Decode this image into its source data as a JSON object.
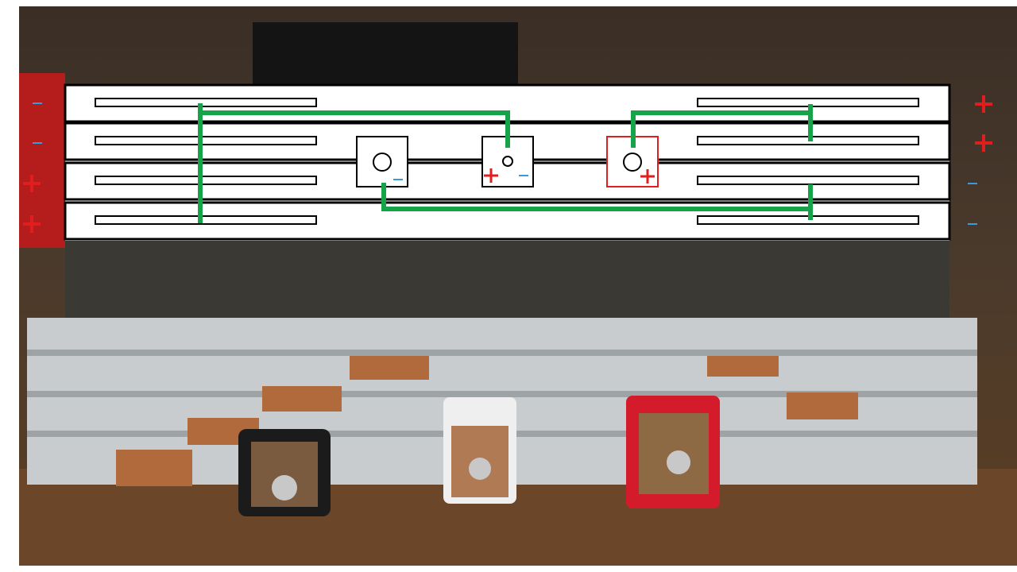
{
  "colors": {
    "wire": "#16a34a",
    "positive": "#e11d1d",
    "negative": "#3b9ad9",
    "outline": "#000000",
    "panel": "#ffffff",
    "photo_wood": "#6e4a2a",
    "photo_plastic": "#c9ccce",
    "copper": "#b06a3b"
  },
  "layers": [
    {
      "left_sign": "-",
      "right_sign": "+"
    },
    {
      "left_sign": "-",
      "right_sign": "+"
    },
    {
      "left_sign": "+",
      "right_sign": "-"
    },
    {
      "left_sign": "+",
      "right_sign": "-"
    }
  ],
  "terminals": [
    {
      "sign": "-",
      "border": "outline"
    },
    {
      "sign": "+-",
      "border": "outline"
    },
    {
      "sign": "+",
      "border": "positive"
    }
  ],
  "icons": {
    "plus": "plus-icon",
    "minus": "minus-icon"
  }
}
